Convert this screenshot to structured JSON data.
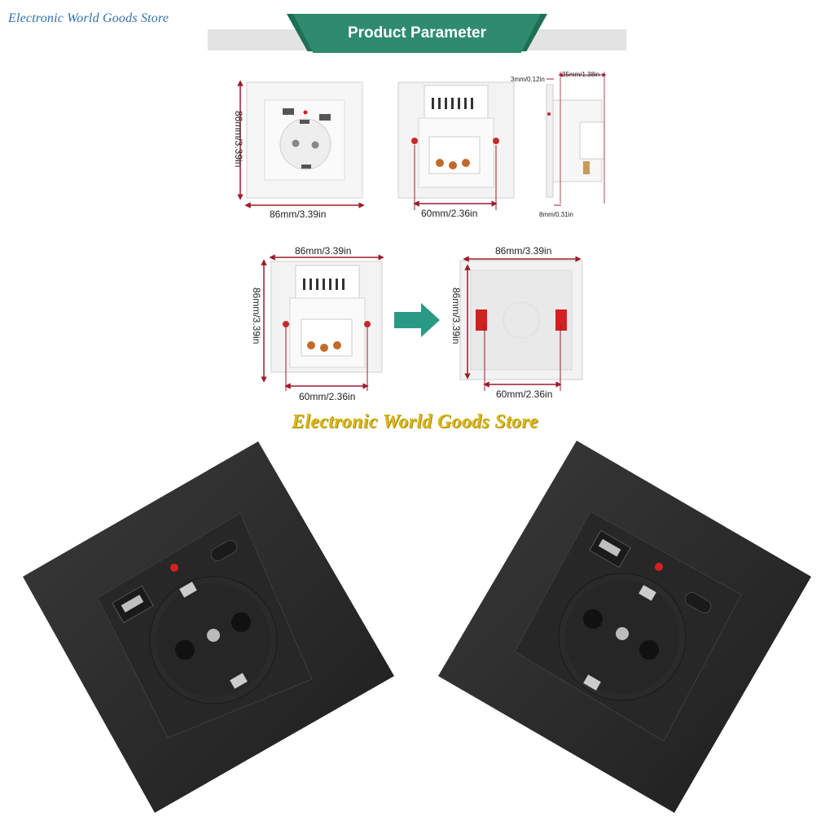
{
  "store": {
    "watermark": "Electronic World Goods Store",
    "sign": "Electronic World Goods Store"
  },
  "banner": {
    "title": "Product Parameter"
  },
  "dimensions": {
    "front_width": "86mm/3.39in",
    "front_height": "86mm/3.39in",
    "back_mount": "60mm/2.36in",
    "side_depth": "35mm/1.38in",
    "side_plate": "3mm/0.12in",
    "side_base": "8mm/0.31in",
    "back2_width": "86mm/3.39in",
    "back2_height": "86mm/3.39in",
    "back2_mount": "60mm/2.36in",
    "box_width": "86mm/3.39in",
    "box_height": "86mm/3.39in",
    "box_mount": "60mm/2.36in"
  },
  "colors": {
    "banner": "#2e8b6e",
    "dimension_line": "#9b1c2c",
    "arrow": "#2a9a86",
    "socket_body": "#2d2d2d",
    "indicator": "#d42020",
    "store_sign": "#d9b81c"
  }
}
